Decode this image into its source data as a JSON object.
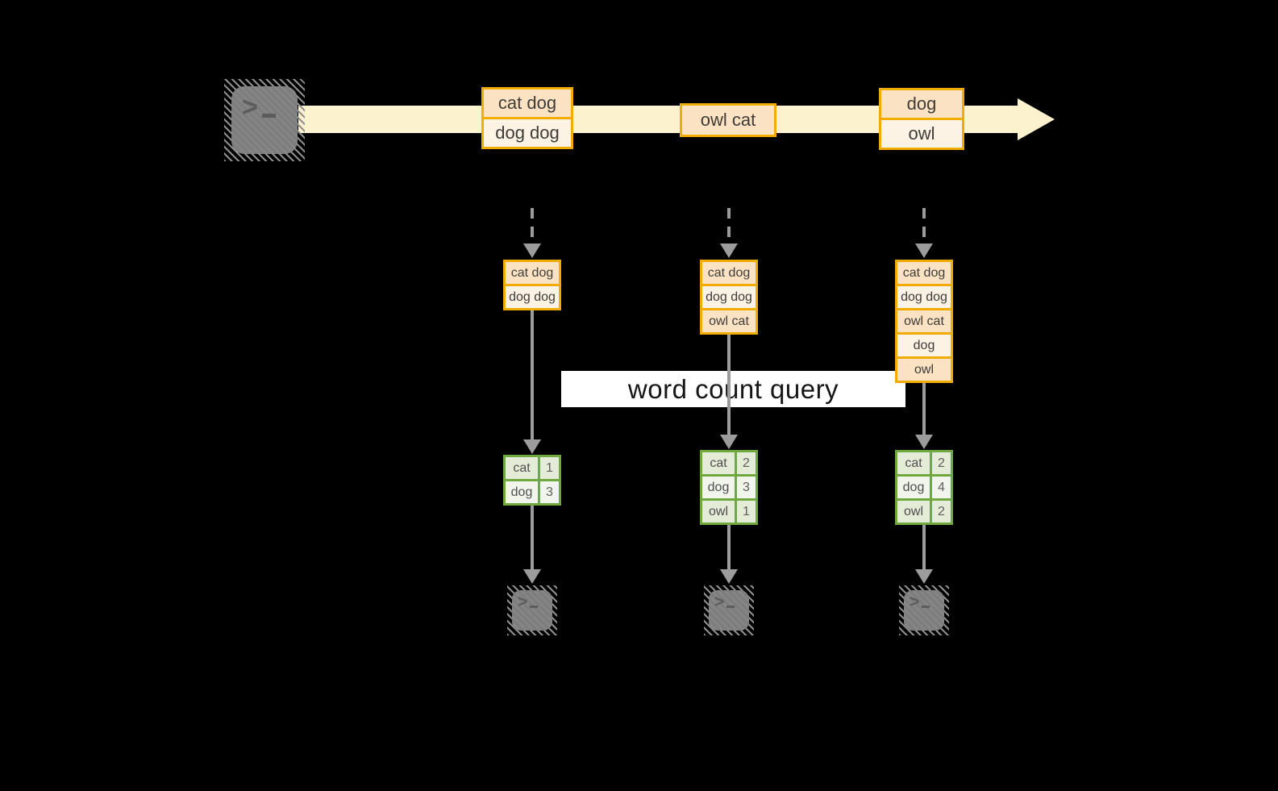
{
  "colors": {
    "background": "#000000",
    "stream_band": "#FCF2CD",
    "amber_border": "#F0AC00",
    "peach_fill": "#FBE2C3",
    "cream_fill": "#FDF3E4",
    "green_border": "#6FA83F",
    "green_fill_dark": "#E4EBD6",
    "green_fill_light": "#F1F5EC",
    "arrow_gray": "#9C9C9C",
    "terminal_gray": "#7E7E7E"
  },
  "stream": {
    "source_icon": "terminal-icon",
    "batches": [
      {
        "lines": [
          "cat dog",
          "dog dog"
        ]
      },
      {
        "lines": [
          "owl cat"
        ]
      },
      {
        "lines": [
          "dog",
          "owl"
        ]
      }
    ]
  },
  "query_banner": {
    "label": "word count query"
  },
  "columns": [
    {
      "batch_lines": [
        "cat dog",
        "dog dog"
      ],
      "counts": [
        {
          "word": "cat",
          "value": "1"
        },
        {
          "word": "dog",
          "value": "3"
        }
      ],
      "sink_icon": "terminal-icon"
    },
    {
      "batch_lines": [
        "cat dog",
        "dog dog",
        "owl cat"
      ],
      "counts": [
        {
          "word": "cat",
          "value": "2"
        },
        {
          "word": "dog",
          "value": "3"
        },
        {
          "word": "owl",
          "value": "1"
        }
      ],
      "sink_icon": "terminal-icon"
    },
    {
      "batch_lines": [
        "cat dog",
        "dog dog",
        "owl cat",
        "dog",
        "owl"
      ],
      "counts": [
        {
          "word": "cat",
          "value": "2"
        },
        {
          "word": "dog",
          "value": "4"
        },
        {
          "word": "owl",
          "value": "2"
        }
      ],
      "sink_icon": "terminal-icon"
    }
  ]
}
